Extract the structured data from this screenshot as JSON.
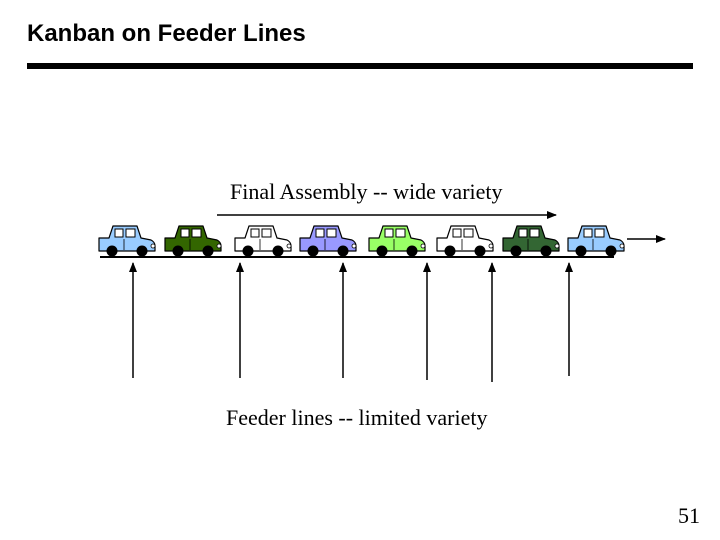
{
  "slide": {
    "title": "Kanban on Feeder Lines",
    "page_number": "51"
  },
  "diagram": {
    "top_caption": "Final Assembly -- wide variety",
    "bottom_caption": "Feeder lines  -- limited variety",
    "cars": [
      {
        "color": "#99ccff"
      },
      {
        "color": "#336600"
      },
      {
        "color": "#ffffff"
      },
      {
        "color": "#9999ff"
      },
      {
        "color": "#99ff66"
      },
      {
        "color": "#ffffff"
      },
      {
        "color": "#336633"
      },
      {
        "color": "#99ccff"
      }
    ],
    "feeder_line_count": 6,
    "colors": {
      "line": "#000000",
      "window": "#ffffff",
      "wheel": "#000000"
    }
  }
}
